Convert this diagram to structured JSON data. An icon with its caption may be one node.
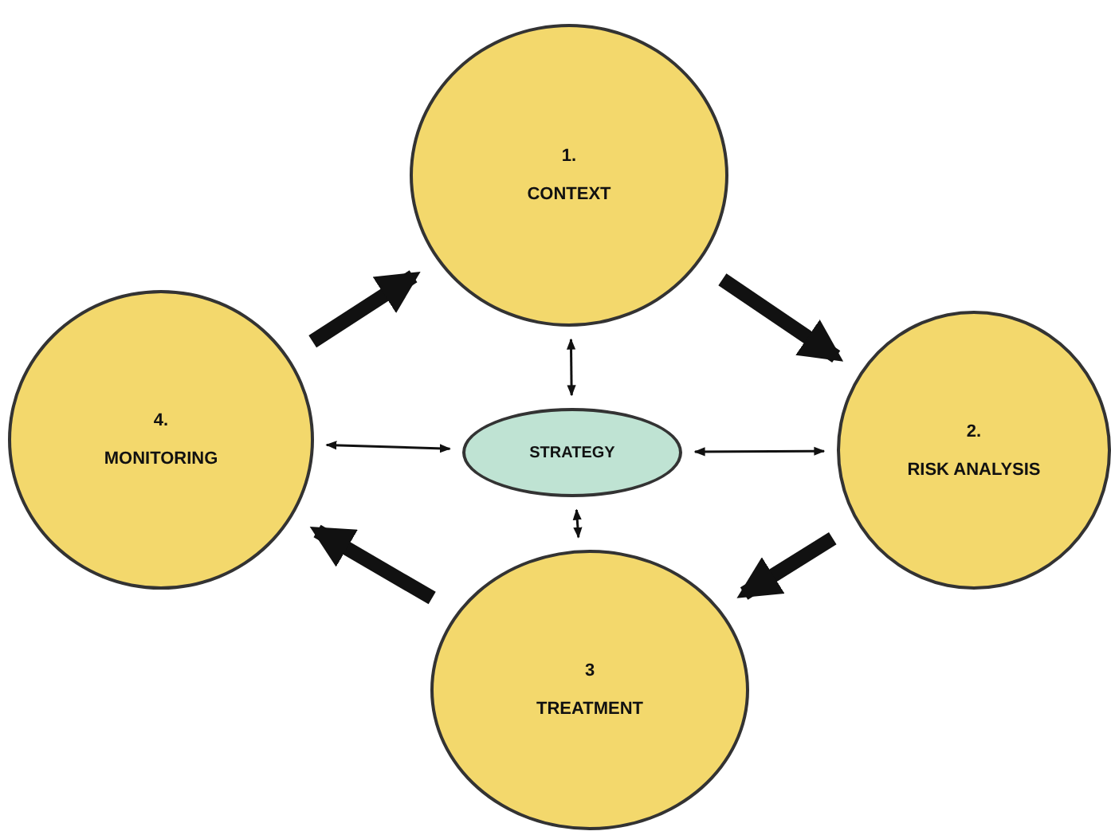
{
  "diagram": {
    "nodes": [
      {
        "text": [
          "1.",
          "CONTEXT"
        ]
      },
      {
        "text": [
          "2.",
          "RISK ANALYSIS"
        ]
      },
      {
        "text": [
          "3",
          "TREATMENT"
        ]
      },
      {
        "text": [
          "4.",
          "MONITORING"
        ]
      },
      {
        "text": [
          "STRATEGY"
        ]
      }
    ],
    "edges": [
      {
        "from": 3,
        "to": 0,
        "arrow": "to",
        "style": "thick"
      },
      {
        "from": 0,
        "to": 1,
        "arrow": "to",
        "style": "thick"
      },
      {
        "from": 1,
        "to": 2,
        "arrow": "to",
        "style": "thick"
      },
      {
        "from": 2,
        "to": 3,
        "arrow": "to",
        "style": "thick"
      },
      {
        "from": 4,
        "to": 0,
        "arrow": "both"
      },
      {
        "from": 4,
        "to": 1,
        "arrow": "both"
      },
      {
        "from": 4,
        "to": 2,
        "arrow": "both"
      },
      {
        "from": 4,
        "to": 3,
        "arrow": "both"
      }
    ]
  }
}
